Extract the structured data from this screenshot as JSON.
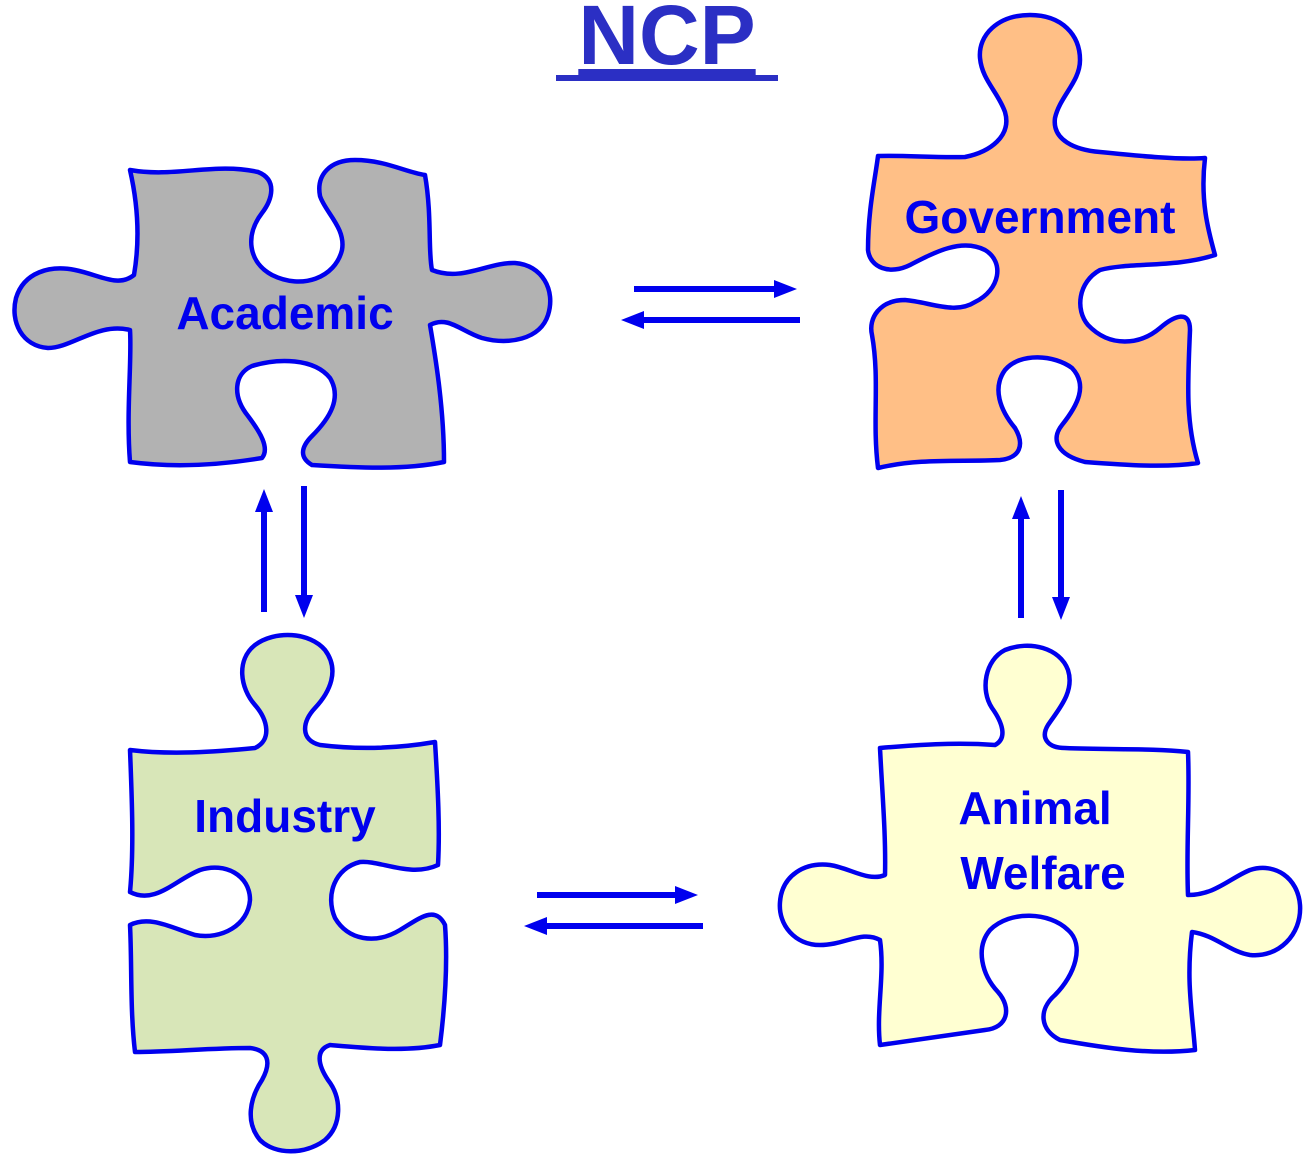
{
  "title": "NCP",
  "pieces": {
    "academic": {
      "label": "Academic",
      "color": "#b2b2b2"
    },
    "government": {
      "label": "Government",
      "color": "#ffbf86"
    },
    "industry": {
      "label": "Industry",
      "color": "#d8e6b8"
    },
    "animal_welfare": {
      "label_line1": "Animal",
      "label_line2": "Welfare",
      "color": "#ffffd2"
    }
  },
  "colors": {
    "outline": "#0000ee",
    "title": "#2b2fc4",
    "arrows": "#0000ee"
  },
  "connections": [
    {
      "from": "Academic",
      "to": "Government",
      "bidirectional": true
    },
    {
      "from": "Academic",
      "to": "Industry",
      "bidirectional": true
    },
    {
      "from": "Government",
      "to": "Animal Welfare",
      "bidirectional": true
    },
    {
      "from": "Industry",
      "to": "Animal Welfare",
      "bidirectional": true
    }
  ]
}
